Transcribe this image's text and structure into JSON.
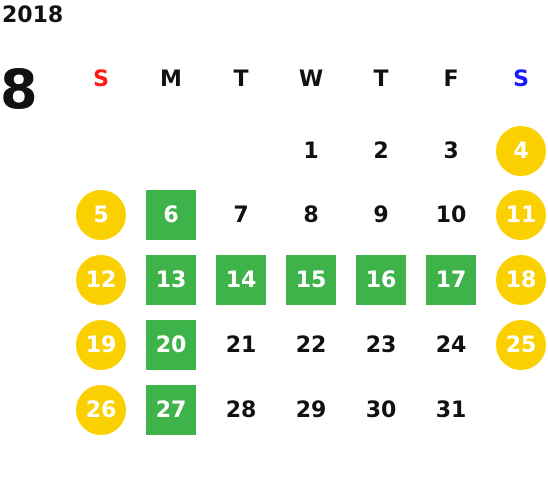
{
  "calendar": {
    "year": "2018",
    "month": "8",
    "weekdays": [
      {
        "label": "S",
        "color": "#ff1a1a"
      },
      {
        "label": "M",
        "color": "#111111"
      },
      {
        "label": "T",
        "color": "#111111"
      },
      {
        "label": "W",
        "color": "#111111"
      },
      {
        "label": "T",
        "color": "#111111"
      },
      {
        "label": "F",
        "color": "#111111"
      },
      {
        "label": "S",
        "color": "#1a1aff"
      }
    ],
    "colors": {
      "weekend_circle": "#fbd000",
      "highlight_square": "#3db34a",
      "text": "#111111"
    },
    "weeks": [
      [
        null,
        null,
        null,
        {
          "day": "1"
        },
        {
          "day": "2"
        },
        {
          "day": "3"
        },
        {
          "day": "4",
          "style": "circle"
        }
      ],
      [
        {
          "day": "5",
          "style": "circle"
        },
        {
          "day": "6",
          "style": "square"
        },
        {
          "day": "7"
        },
        {
          "day": "8"
        },
        {
          "day": "9"
        },
        {
          "day": "10"
        },
        {
          "day": "11",
          "style": "circle"
        }
      ],
      [
        {
          "day": "12",
          "style": "circle"
        },
        {
          "day": "13",
          "style": "square"
        },
        {
          "day": "14",
          "style": "square"
        },
        {
          "day": "15",
          "style": "square"
        },
        {
          "day": "16",
          "style": "square"
        },
        {
          "day": "17",
          "style": "square"
        },
        {
          "day": "18",
          "style": "circle"
        }
      ],
      [
        {
          "day": "19",
          "style": "circle"
        },
        {
          "day": "20",
          "style": "square"
        },
        {
          "day": "21"
        },
        {
          "day": "22"
        },
        {
          "day": "23"
        },
        {
          "day": "24"
        },
        {
          "day": "25",
          "style": "circle"
        }
      ],
      [
        {
          "day": "26",
          "style": "circle"
        },
        {
          "day": "27",
          "style": "square"
        },
        {
          "day": "28"
        },
        {
          "day": "29"
        },
        {
          "day": "30"
        },
        {
          "day": "31"
        },
        null
      ]
    ]
  }
}
